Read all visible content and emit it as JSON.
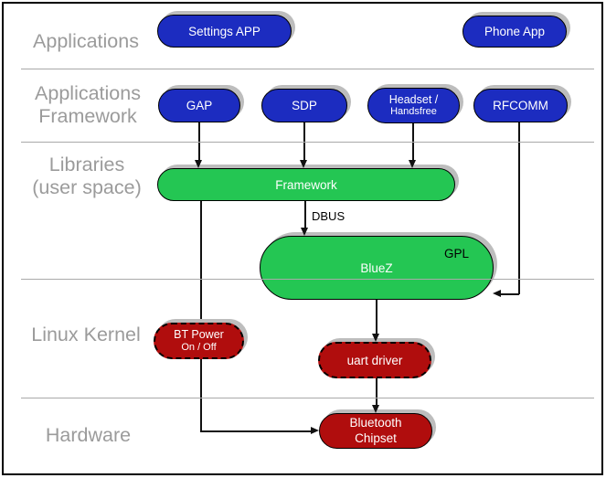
{
  "colors": {
    "blue": "#1c2cc0",
    "green": "#24c653",
    "red": "#b00d0d",
    "gray-label": "#9b9b9b",
    "divider": "#a9a9a9",
    "shadow": "#bdbdbd"
  },
  "layers": {
    "applications": "Applications",
    "applications_framework": "Applications\nFramework",
    "libraries": "Libraries\n(user space)",
    "linux_kernel": "Linux Kernel",
    "hardware": "Hardware"
  },
  "nodes": {
    "settings_app": "Settings APP",
    "phone_app": "Phone App",
    "gap": "GAP",
    "sdp": "SDP",
    "headset_line1": "Headset /",
    "headset_line2": "Handsfree",
    "rfcomm": "RFCOMM",
    "framework": "Framework",
    "bluez": "BlueZ",
    "gpl": "GPL",
    "bt_power_line1": "BT Power",
    "bt_power_line2": "On / Off",
    "uart": "uart driver",
    "chipset_line1": "Bluetooth",
    "chipset_line2": "Chipset"
  },
  "edges": {
    "dbus": "DBUS"
  }
}
